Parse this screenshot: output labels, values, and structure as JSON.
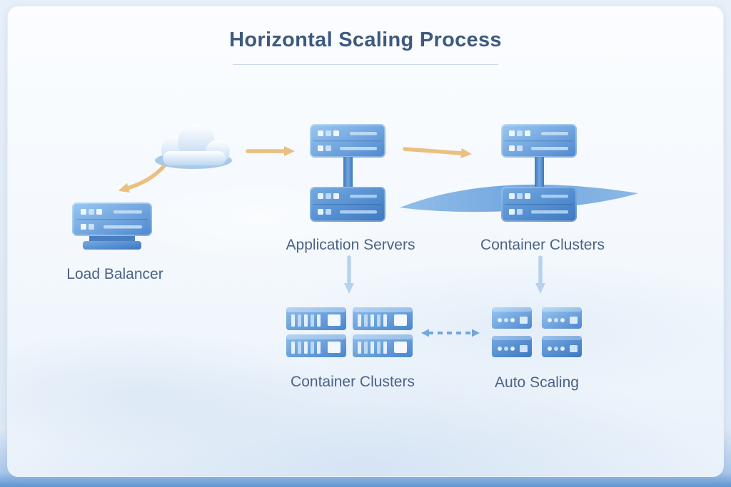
{
  "title": "Horizontal Scaling Process",
  "nodes": {
    "cloud": {
      "icon": "cloud"
    },
    "load_balancer": {
      "label": "Load Balancer",
      "icon": "server-with-stand"
    },
    "application_servers": {
      "label": "Application Servers",
      "icon": "server-stack"
    },
    "container_clusters_top": {
      "label": "Container Clusters",
      "icon": "server-stack"
    },
    "container_clusters_bottom": {
      "label": "Container Clusters",
      "icon": "container-stacks"
    },
    "auto_scaling": {
      "label": "Auto Scaling",
      "icon": "container-grid"
    }
  },
  "edges": [
    {
      "from": "cloud",
      "to": "load_balancer",
      "style": "solid-curved",
      "color": "#eabf7f"
    },
    {
      "from": "cloud",
      "to": "application_servers",
      "style": "solid",
      "color": "#eabf7f"
    },
    {
      "from": "application_servers",
      "to": "container_clusters_top",
      "style": "solid",
      "color": "#eabf7f"
    },
    {
      "from": "application_servers",
      "to": "container_clusters_bottom",
      "style": "solid",
      "color": "#b7d2ee"
    },
    {
      "from": "container_clusters_top",
      "to": "auto_scaling",
      "style": "solid",
      "color": "#b7d2ee"
    },
    {
      "from": "container_clusters_bottom",
      "to": "auto_scaling",
      "style": "dashed-double-headed",
      "color": "#6fa9e0"
    }
  ],
  "colors": {
    "title_text": "#3d5a7e",
    "label_text": "#4a6386",
    "arrow_orange": "#eabf7f",
    "arrow_light_blue": "#b7d2ee",
    "arrow_dashed_blue": "#6fa9e0",
    "server_blue_light": "#9ac8f2",
    "server_blue_dark": "#3d77c0",
    "card_background": "#f7fafd",
    "page_background": "#dde8f4"
  }
}
